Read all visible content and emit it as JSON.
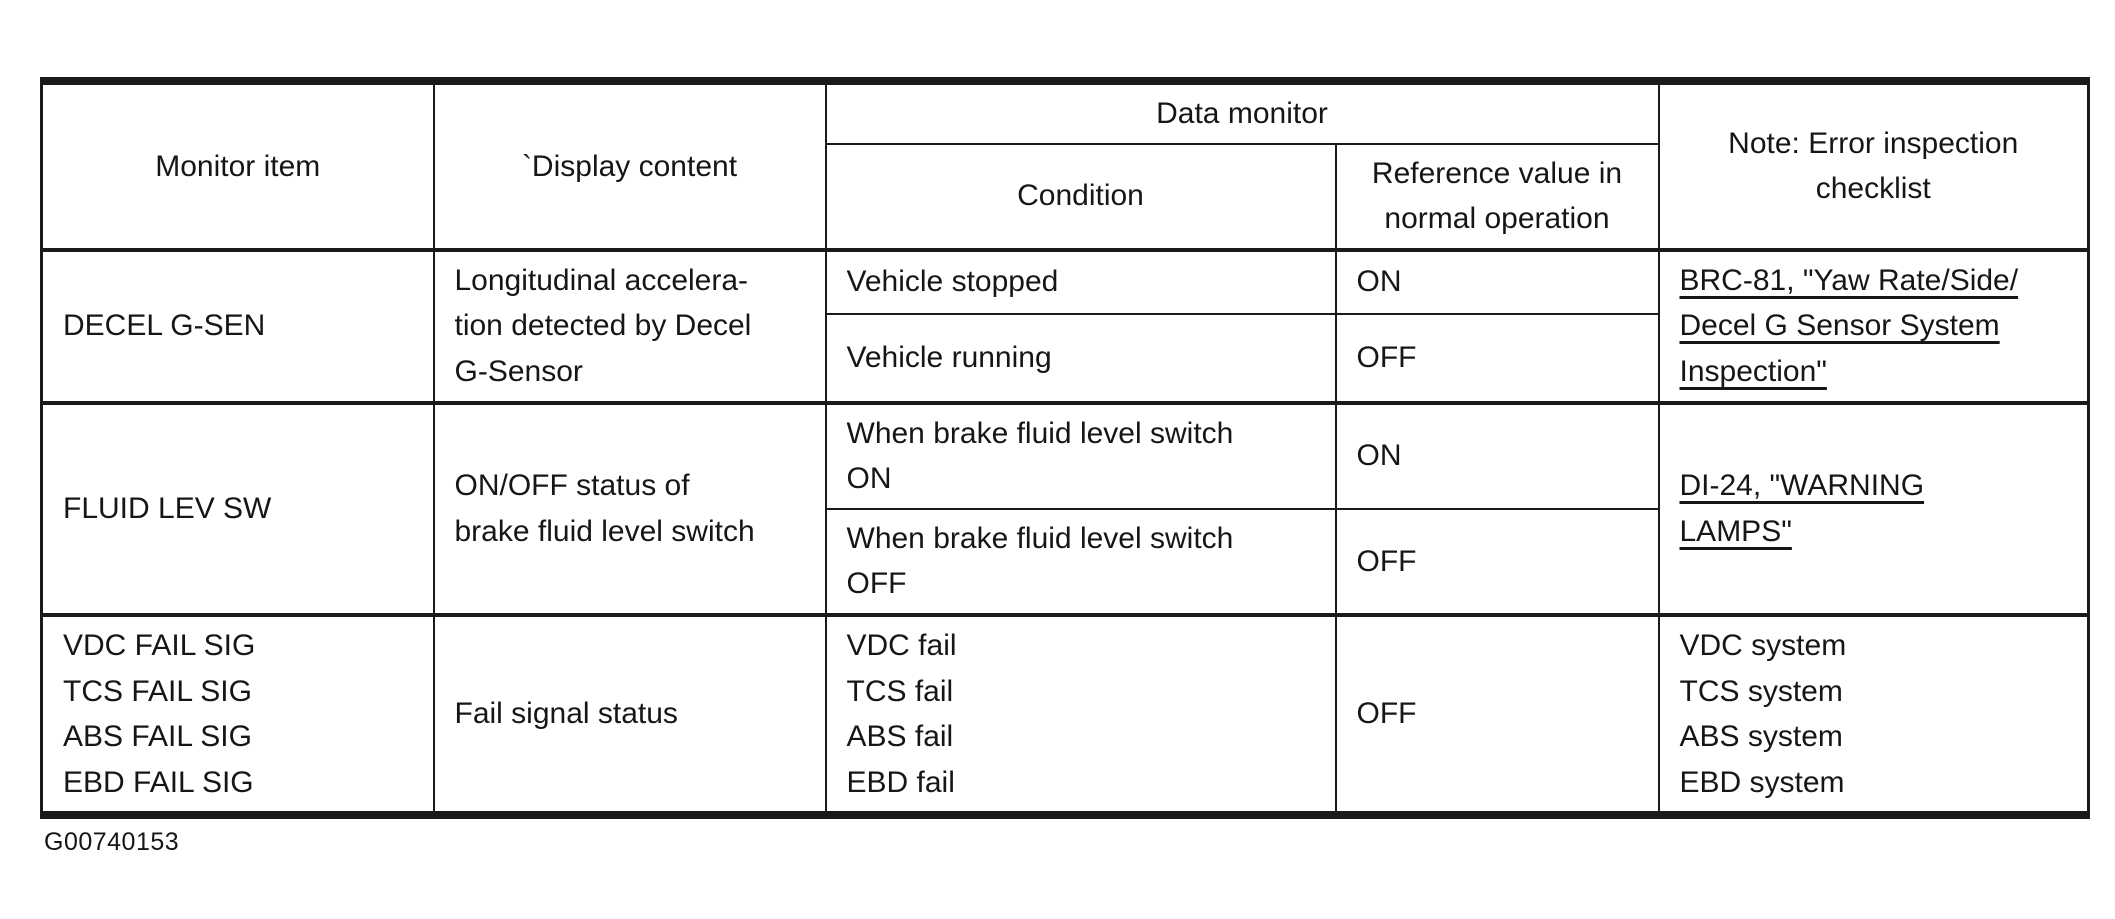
{
  "table": {
    "header": {
      "monitor_item": "Monitor item",
      "display_content": "`Display content",
      "data_monitor": "Data monitor",
      "condition": "Condition",
      "reference_value": [
        "Reference value in",
        "normal operation"
      ],
      "note": [
        "Note: Error inspection",
        "checklist"
      ]
    },
    "rows": [
      {
        "monitor_item": [
          "DECEL G-SEN"
        ],
        "display_content": [
          "Longitudinal accelera-",
          "tion detected by Decel",
          "G-Sensor"
        ],
        "sub_rows": [
          {
            "condition": [
              "Vehicle stopped"
            ],
            "reference": "ON"
          },
          {
            "condition": [
              "Vehicle running"
            ],
            "reference": "OFF"
          }
        ],
        "note": [
          "BRC-81, \"Yaw Rate/Side/",
          "Decel G Sensor System",
          "Inspection\""
        ],
        "note_is_link": true
      },
      {
        "monitor_item": [
          "FLUID LEV SW"
        ],
        "display_content": [
          "ON/OFF status of",
          "brake fluid level switch"
        ],
        "sub_rows": [
          {
            "condition": [
              "When brake fluid level switch",
              "ON"
            ],
            "reference": "ON"
          },
          {
            "condition": [
              "When brake fluid level switch",
              "OFF"
            ],
            "reference": "OFF"
          }
        ],
        "note": [
          "DI-24, \"WARNING",
          "LAMPS\""
        ],
        "note_is_link": true
      },
      {
        "monitor_item": [
          "VDC FAIL SIG",
          "TCS FAIL SIG",
          "ABS FAIL SIG",
          "EBD FAIL SIG"
        ],
        "display_content": [
          "Fail signal status"
        ],
        "sub_rows": [
          {
            "condition": [
              "VDC fail",
              "TCS fail",
              "ABS fail",
              "EBD fail"
            ],
            "reference": "OFF"
          }
        ],
        "note": [
          "VDC system",
          "TCS system",
          "ABS system",
          "EBD system"
        ],
        "note_is_link": false
      }
    ]
  },
  "caption": "G00740153",
  "colors": {
    "ink": "#161616",
    "background": "#ffffff"
  }
}
